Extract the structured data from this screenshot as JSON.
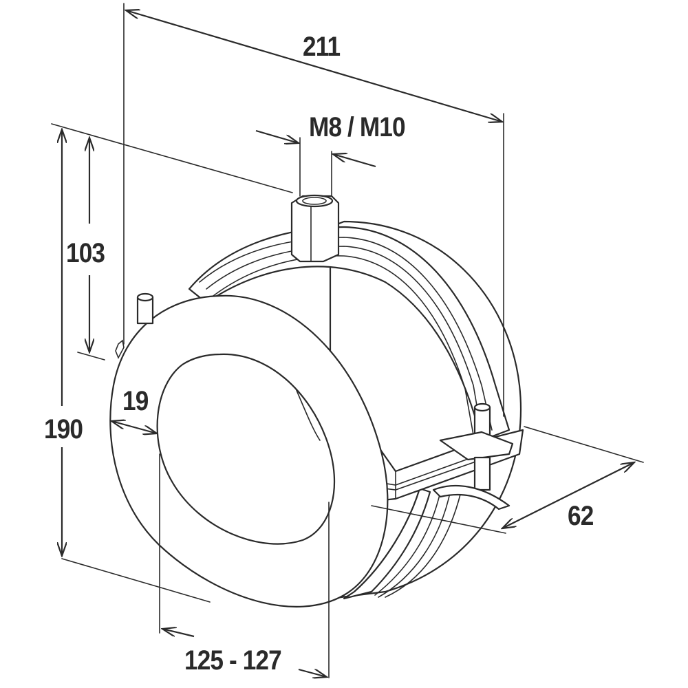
{
  "drawing": {
    "subject": "Insulated pipe clamp with M8/M10 threaded nut",
    "line_color": "#2a2a2a",
    "background": "#ffffff"
  },
  "dimensions": {
    "overall_width": "211",
    "thread_size": "M8 / M10",
    "height_to_center": "103",
    "overall_height": "190",
    "insulation_thickness": "19",
    "pipe_diameter": "125 - 127",
    "depth": "62"
  }
}
